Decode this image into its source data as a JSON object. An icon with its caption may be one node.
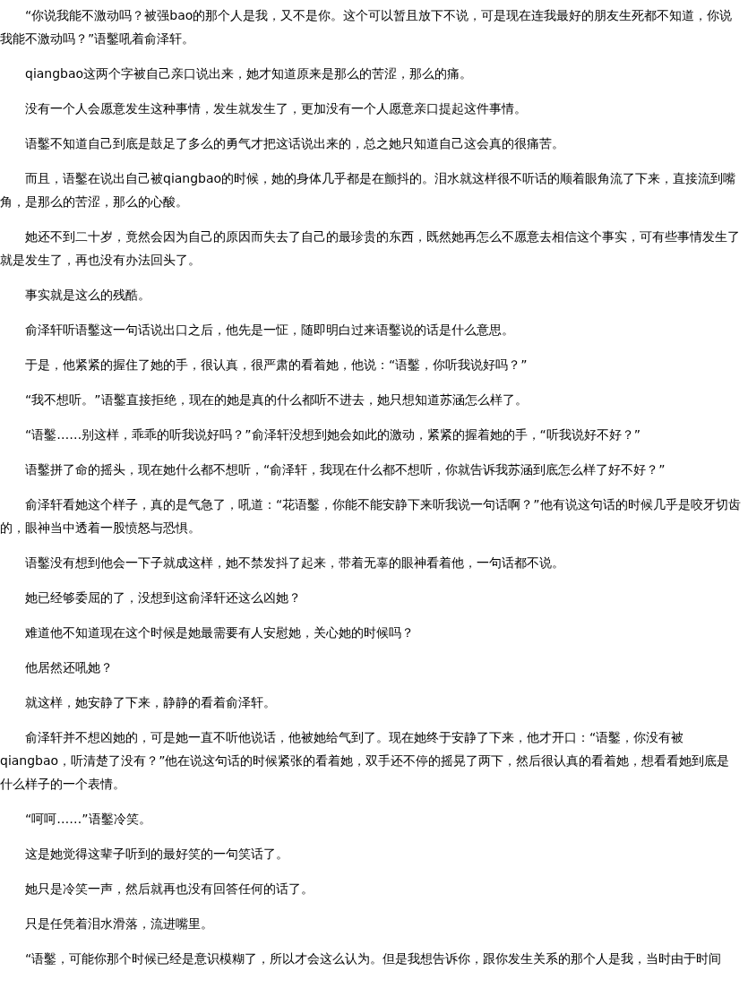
{
  "diagram": {
    "labels": [
      "“你说我能不激动吗？被强bao的那个人是我，又不是你。这个可以暂且放下不说，可是现在连我最好的朋友生死都不知道，你说我能不激动吗？”语鑿吼着俞泽轩。",
      "qiangbao这两个字被自己亲口说出来，她才知道原来是那么的苦涩，那么的痛。",
      "没有一个人会愿意发生这种事情，发生就发生了，更加没有一个人愿意亲口提起这件事情。",
      "语鑿不知道自己到底是鼓足了多么的勇气才把这话说出来的，总之她只知道自己这会真的很痛苦。",
      "而且，语鑿在说出自己被qiangbao的时候，她的身体几乎都是在颤抖的。泪水就这样很不听话的顺着眼角流了下来，直接流到嘴角，是那么的苦涩，那么的心酸。",
      "她还不到二十岁，竟然会因为自己的原因而失去了自己的最珍贵的东西，既然她再怎么不愿意去相信这个事实，可有些事情发生了就是发生了，再也没有办法回头了。",
      "事实就是这么的残酷。",
      "俞泽轩听语鑿这一句话说出口之后，他先是一怔，随即明白过来语鑿说的话是什么意思。",
      "于是，他紧紧的握住了她的手，很认真，很严肃的看着她，他说：“语鑿，你听我说好吗？”",
      "“我不想听。”语鑿直接拒绝，现在的她是真的什么都听不进去，她只想知道苏涵怎么样了。",
      "“语鑿……别这样，乖乖的听我说好吗？”俞泽轩没想到她会如此的激动，紧紧的握着她的手，“听我说好不好？”",
      "语鑿拼了命的摇头，现在她什么都不想听，“俞泽轩，我现在什么都不想听，你就告诉我苏涵到底怎么样了好不好？”",
      "俞泽轩看她这个样子，真的是气急了，吼道：“花语鑿，你能不能安静下来听我说一句话啊？”他有说这句话的时候几乎是咬牙切齿的，眼神当中透着一股愤怒与恐惧。",
      "语鑿没有想到他会一下子就成这样，她不禁发抖了起来，带着无辜的眼神看着他，一句话都不说。",
      "她已经够委屈的了，没想到这俞泽轩还这么凶她？",
      "难道他不知道现在这个时候是她最需要有人安慰她，关心她的时候吗？",
      "他居然还吼她？",
      "就这样，她安静了下来，静静的看着俞泽轩。",
      "俞泽轩并不想凶她的，可是她一直不听他说话，他被她给气到了。现在她终于安静了下来，他才开口：“语鑿，你没有被qiangbao，听清楚了没有？”他在说这句话的时候紧张的看着她，双手还不停的摇晃了两下，然后很认真的看着她，想看看她到底是什么样子的一个表情。",
      "“呵呵……”语鑿冷笑。",
      "这是她觉得这辈子听到的最好笑的一句笑话了。",
      "她只是冷笑一声，然后就再也没有回答任何的话了。",
      "只是任凭着泪水滑落，流进嘴里。",
      "“语鑿，可能你那个时候已经是意识模糊了，所以才会这么认为。但是我想告诉你，跟你发生关系的那个人是我，当时由于时间"
    ]
  }
}
